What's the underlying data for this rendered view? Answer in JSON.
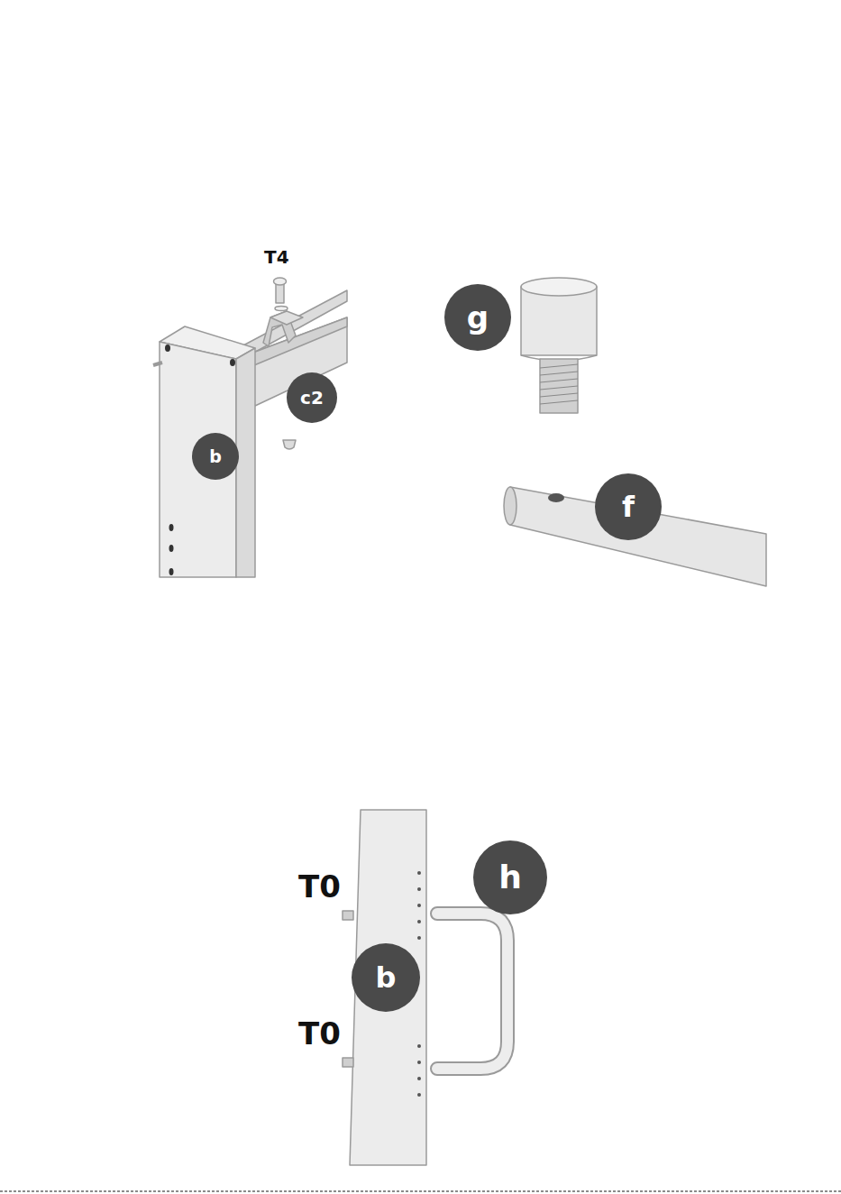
{
  "diagram": {
    "labels": [
      "T4",
      "g",
      "c2",
      "b",
      "f",
      "h",
      "T0",
      "b",
      "T0"
    ]
  }
}
